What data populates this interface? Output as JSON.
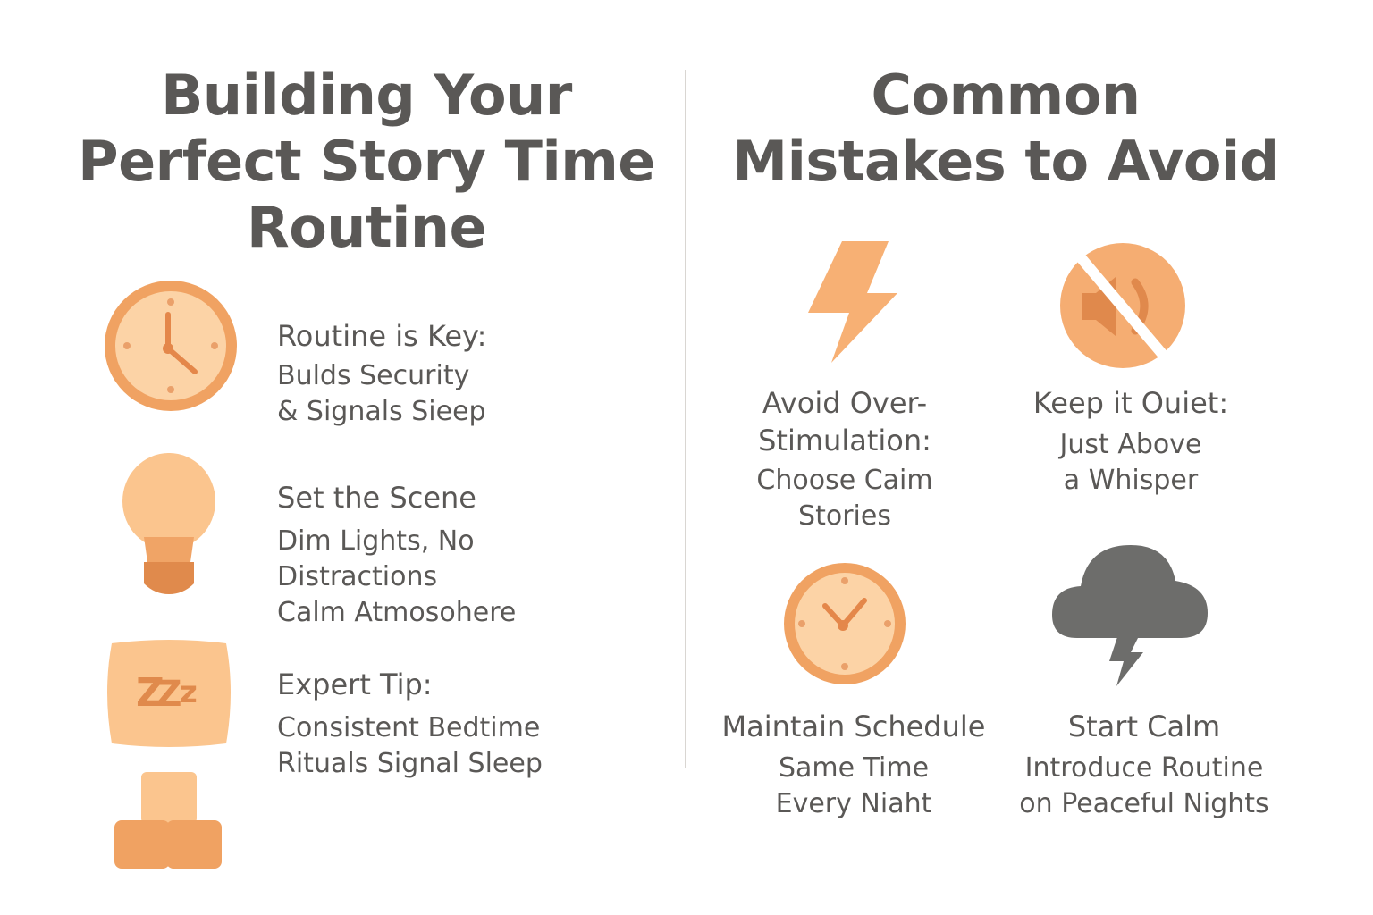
{
  "left": {
    "title_lines": [
      "Building Your",
      "Perfect Story Time",
      "Routine"
    ],
    "items": [
      {
        "icon": "clock-icon",
        "heading": "Routine is Key:",
        "lines": [
          "Bulds Security",
          "& Signals Sieep"
        ]
      },
      {
        "icon": "lightbulb-icon",
        "heading": "Set the Scene",
        "lines": [
          "Dim Lights, No",
          "Distractions",
          "Calm Atmosohere"
        ]
      },
      {
        "icon": "pillow-zzz-icon",
        "heading": "Expert Tip:",
        "lines": [
          "Consistent Bedtime",
          "Rituals Signal Sleep"
        ]
      }
    ],
    "extra_icon": "stacked-blocks-icon"
  },
  "right": {
    "title_lines": [
      "Common",
      "Mistakes to Avoid"
    ],
    "items": [
      {
        "icon": "lightning-bolt-icon",
        "heading_lines": [
          "Avoid Over-",
          "Stimulation:"
        ],
        "lines": [
          "Choose Caim",
          "Stories"
        ]
      },
      {
        "icon": "muted-speaker-icon",
        "heading_lines": [
          "Keep it Ouiet:"
        ],
        "lines": [
          "Just Above",
          "a Whisper"
        ]
      },
      {
        "icon": "clock-icon",
        "heading_lines": [
          "Maintain Schedule"
        ],
        "lines": [
          "Same Time",
          "Every Niaht"
        ]
      },
      {
        "icon": "storm-cloud-icon",
        "heading_lines": [
          "Start Calm"
        ],
        "lines": [
          "Introduce Routine",
          "on Peaceful Nights"
        ]
      }
    ]
  },
  "colors": {
    "orange_dark": "#f0a262",
    "orange_light": "#fbcf9e",
    "orange_deep": "#e08a4c",
    "gray_cloud": "#6d6d6b",
    "text": "#5a5856",
    "divider": "#d9d6d2"
  }
}
